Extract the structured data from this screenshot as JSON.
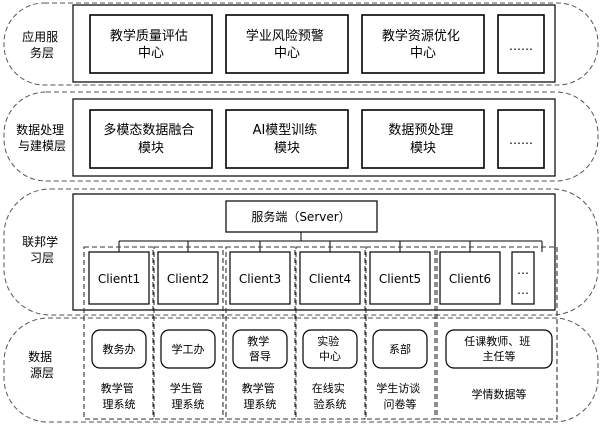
{
  "layers": [
    {
      "label_lines": [
        "应用服",
        "务层"
      ],
      "modules": [
        {
          "lines": [
            "教学质量评估",
            "中心"
          ]
        },
        {
          "lines": [
            "学业风险预警",
            "中心"
          ]
        },
        {
          "lines": [
            "教学资源优化",
            "中心"
          ]
        },
        {
          "lines": [
            "……"
          ]
        }
      ]
    },
    {
      "label_lines": [
        "数据处理",
        "与建模层"
      ],
      "modules": [
        {
          "lines": [
            "多模态数据融合",
            "模块"
          ]
        },
        {
          "lines": [
            "AI模型训练",
            "模块"
          ]
        },
        {
          "lines": [
            "数据预处理",
            "模块"
          ]
        },
        {
          "lines": [
            "……"
          ]
        }
      ]
    },
    {
      "label_lines": [
        "联邦学",
        "习层"
      ],
      "server": "服务端（Server）",
      "clients": [
        "Client1",
        "Client2",
        "Client3",
        "Client4",
        "Client5",
        "Client6"
      ],
      "ellipsis": [
        "…",
        "…"
      ]
    },
    {
      "label_lines": [
        "数据",
        "源层"
      ],
      "sources": [
        {
          "box": [
            "教务办"
          ],
          "caption": [
            "教学管",
            "理系统"
          ]
        },
        {
          "box": [
            "学工办"
          ],
          "caption": [
            "学生管",
            "理系统"
          ]
        },
        {
          "box": [
            "教学",
            "督导"
          ],
          "caption": [
            "教学管",
            "理系统"
          ]
        },
        {
          "box": [
            "实验",
            "中心"
          ],
          "caption": [
            "在线实",
            "验系统"
          ]
        },
        {
          "box": [
            "系部"
          ],
          "caption": [
            "学生访谈",
            "问卷等"
          ]
        },
        {
          "box": [
            "任课教师、班",
            "主任等"
          ],
          "caption": [
            "学情数据等"
          ]
        }
      ]
    }
  ]
}
